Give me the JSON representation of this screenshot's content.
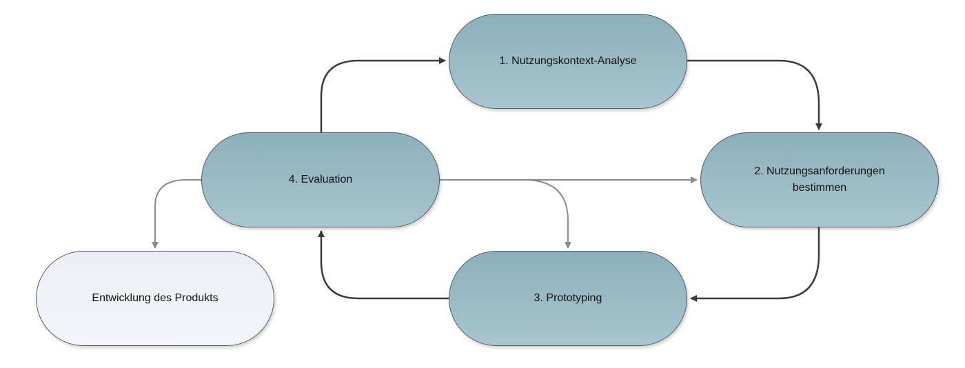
{
  "nodes": {
    "analysis": {
      "label": "1. Nutzungskontext-Analyse"
    },
    "requirements": {
      "line1": "2. Nutzungsanforderungen",
      "line2": "bestimmen"
    },
    "prototyping": {
      "label": "3. Prototyping"
    },
    "evaluation": {
      "label": "4. Evaluation"
    },
    "development": {
      "label": "Entwicklung des Produkts"
    }
  },
  "colors": {
    "process_fill": "#9dbfc8",
    "final_fill": "#eef0f5",
    "main_arrow": "#3a3a3a",
    "secondary_arrow": "#8a8a8a"
  }
}
